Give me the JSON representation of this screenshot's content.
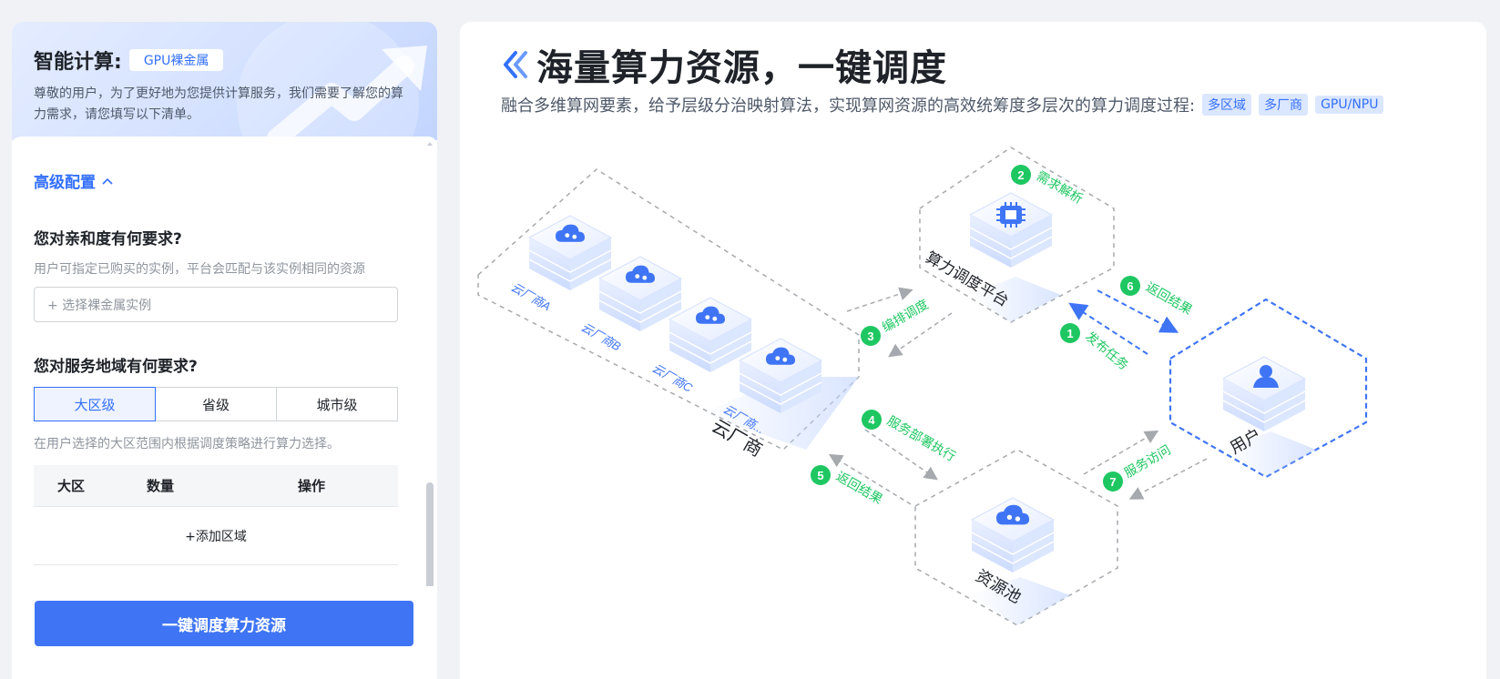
{
  "left": {
    "header": {
      "title": "智能计算:",
      "tag": "GPU裸金属",
      "description": "尊敬的用户，为了更好地为您提供计算服务，我们需要了解您的算力需求，请您填写以下清单。"
    },
    "advanced": {
      "label": "高级配置"
    },
    "affinity": {
      "title": "您对亲和度有何要求?",
      "hint": "用户可指定已购买的实例，平台会匹配与该实例相同的资源",
      "placeholder": "+ 选择裸金属实例"
    },
    "region": {
      "title": "您对服务地域有何要求?",
      "tabs": [
        "大区级",
        "省级",
        "城市级"
      ],
      "active_tab": "大区级",
      "hint": "在用户选择的大区范围内根据调度策略进行算力选择。",
      "table_headers": [
        "大区",
        "数量",
        "操作"
      ],
      "add_label": "+添加区域"
    },
    "submit_label": "一键调度算力资源"
  },
  "right": {
    "title": "海量算力资源，一键调度",
    "subtitle": "融合多维算网要素，给予层级分治映射算法，实现算网资源的高效统筹度多层次的算力调度过程:",
    "tags": [
      "多区域",
      "多厂商",
      "GPU/NPU"
    ],
    "diagram": {
      "nodes": {
        "cloud_group": "云厂商",
        "cloud_a": "云厂商A",
        "cloud_b": "云厂商B",
        "cloud_c": "云厂商C",
        "cloud_d": "云厂商...",
        "platform": "算力调度平台",
        "user": "用户",
        "pool": "资源池"
      },
      "steps": [
        {
          "num": "2",
          "label": "需求解析"
        },
        {
          "num": "3",
          "label": "编排调度"
        },
        {
          "num": "1",
          "label": "发布任务"
        },
        {
          "num": "6",
          "label": "返回结果"
        },
        {
          "num": "4",
          "label": "服务部署执行"
        },
        {
          "num": "5",
          "label": "返回结果"
        },
        {
          "num": "7",
          "label": "服务访问"
        }
      ]
    }
  },
  "colors": {
    "primary": "#3f75f5",
    "accent_blue": "#3370ff",
    "step_green": "#1ec761",
    "dashed_gray": "#a6a9ad"
  }
}
